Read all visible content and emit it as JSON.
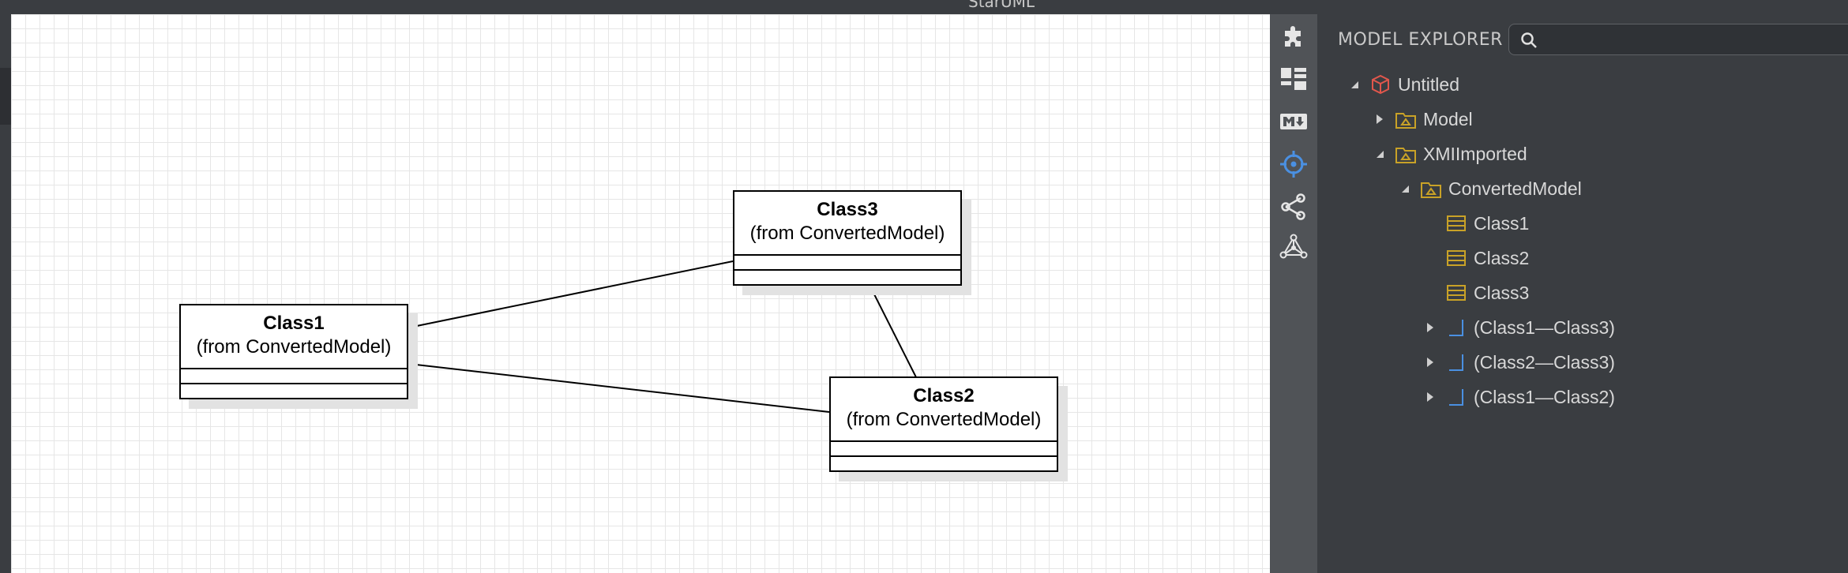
{
  "window": {
    "title": "StarUML"
  },
  "diagram": {
    "classes": [
      {
        "name": "Class1",
        "stereotype": "(from ConvertedModel)"
      },
      {
        "name": "Class3",
        "stereotype": "(from ConvertedModel)"
      },
      {
        "name": "Class2",
        "stereotype": "(from ConvertedModel)"
      }
    ],
    "links": [
      "Class1—Class3",
      "Class2—Class3",
      "Class1—Class2"
    ]
  },
  "toolbar": {
    "items": [
      {
        "icon": "puzzle-icon",
        "active": false
      },
      {
        "icon": "layout-icon",
        "active": false
      },
      {
        "icon": "markdown-icon",
        "active": false
      },
      {
        "icon": "crosshair-icon",
        "active": true
      },
      {
        "icon": "share-icon",
        "active": false
      },
      {
        "icon": "graph-icon",
        "active": false
      }
    ]
  },
  "explorer": {
    "title": "MODEL EXPLORER",
    "search_placeholder": "",
    "tree": [
      {
        "label": "Untitled",
        "icon": "project-icon",
        "expanded": true
      },
      {
        "label": "Model",
        "icon": "package-icon",
        "expanded": false
      },
      {
        "label": "XMIImported",
        "icon": "package-icon",
        "expanded": true
      },
      {
        "label": "ConvertedModel",
        "icon": "package-icon",
        "expanded": true
      },
      {
        "label": "Class1",
        "icon": "class-icon"
      },
      {
        "label": "Class2",
        "icon": "class-icon"
      },
      {
        "label": "Class3",
        "icon": "class-icon"
      },
      {
        "label": "(Class1—Class3)",
        "icon": "association-icon",
        "expanded": false
      },
      {
        "label": "(Class2—Class3)",
        "icon": "association-icon",
        "expanded": false
      },
      {
        "label": "(Class1—Class2)",
        "icon": "association-icon",
        "expanded": false
      }
    ]
  },
  "colors": {
    "accent": "#4a90e2",
    "package": "#c9a227",
    "project": "#e2574c",
    "association": "#4a90e2"
  }
}
